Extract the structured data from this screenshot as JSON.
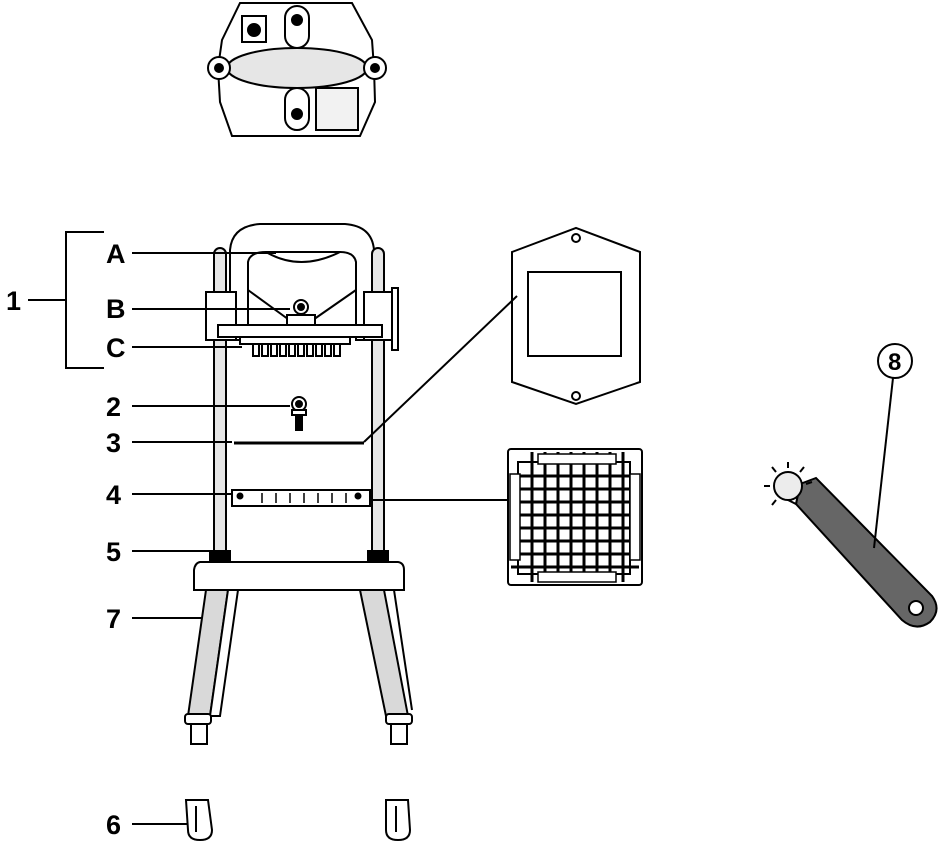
{
  "colors": {
    "ink": "#000000",
    "paper": "#ffffff",
    "part_fill": "#d9d9d9",
    "leg_fill": "#cfcfcf",
    "handle_fill": "#666666",
    "blade_fill": "#ececec"
  },
  "labels": {
    "group_1": "1",
    "part_a": "A",
    "part_b": "B",
    "part_c": "C",
    "part_2": "2",
    "part_3": "3",
    "part_4": "4",
    "part_5": "5",
    "part_6": "6",
    "part_7": "7",
    "part_8": "8"
  },
  "icons": {
    "top_view": "top-view-pusher-assembly-icon",
    "machine": "upright-slicer-machine-icon",
    "plate": "pusher-plate-icon",
    "blade_grid": "blade-grid-icon",
    "tool": "cleaning-tool-icon"
  }
}
